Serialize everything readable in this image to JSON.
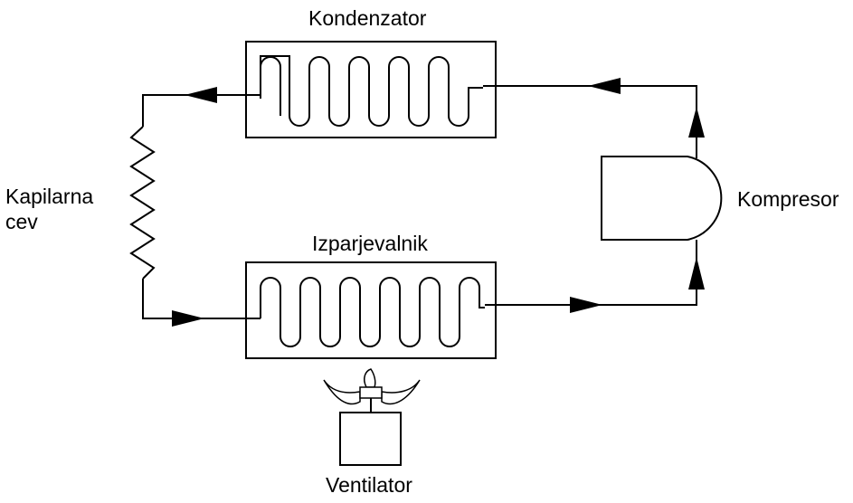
{
  "labels": {
    "condenser": "Kondenzator",
    "evaporator": "Izparjevalnik",
    "compressor": "Kompresor",
    "capillary_line1": "Kapilarna",
    "capillary_line2": "cev",
    "fan": "Ventilator"
  },
  "colors": {
    "line": "#000000",
    "background": "#ffffff"
  }
}
